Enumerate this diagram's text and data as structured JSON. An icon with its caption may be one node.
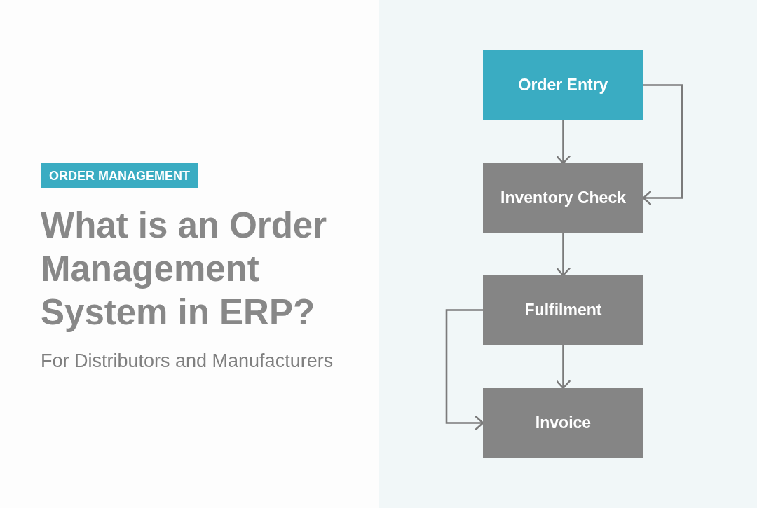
{
  "diagram": {
    "title": "What is an Order Management System in ERP?",
    "nodes": [
      {
        "text": [
          "ORDER MANAGEMENT"
        ]
      },
      {
        "text": [
          "Order Entry"
        ]
      },
      {
        "text": [
          "Inventory Check"
        ]
      },
      {
        "text": [
          "Fulfilment"
        ]
      },
      {
        "text": [
          "Invoice"
        ]
      }
    ],
    "edges": [
      {
        "from": 1,
        "to": 2,
        "arrow": "to"
      },
      {
        "from": 1,
        "to": 2,
        "arrow": "to"
      },
      {
        "from": 2,
        "to": 3,
        "arrow": "to"
      },
      {
        "from": 3,
        "to": 4,
        "arrow": "to"
      },
      {
        "from": 3,
        "to": 4,
        "arrow": "to"
      }
    ],
    "labels": [
      "For Distributors and Manufacturers"
    ]
  }
}
